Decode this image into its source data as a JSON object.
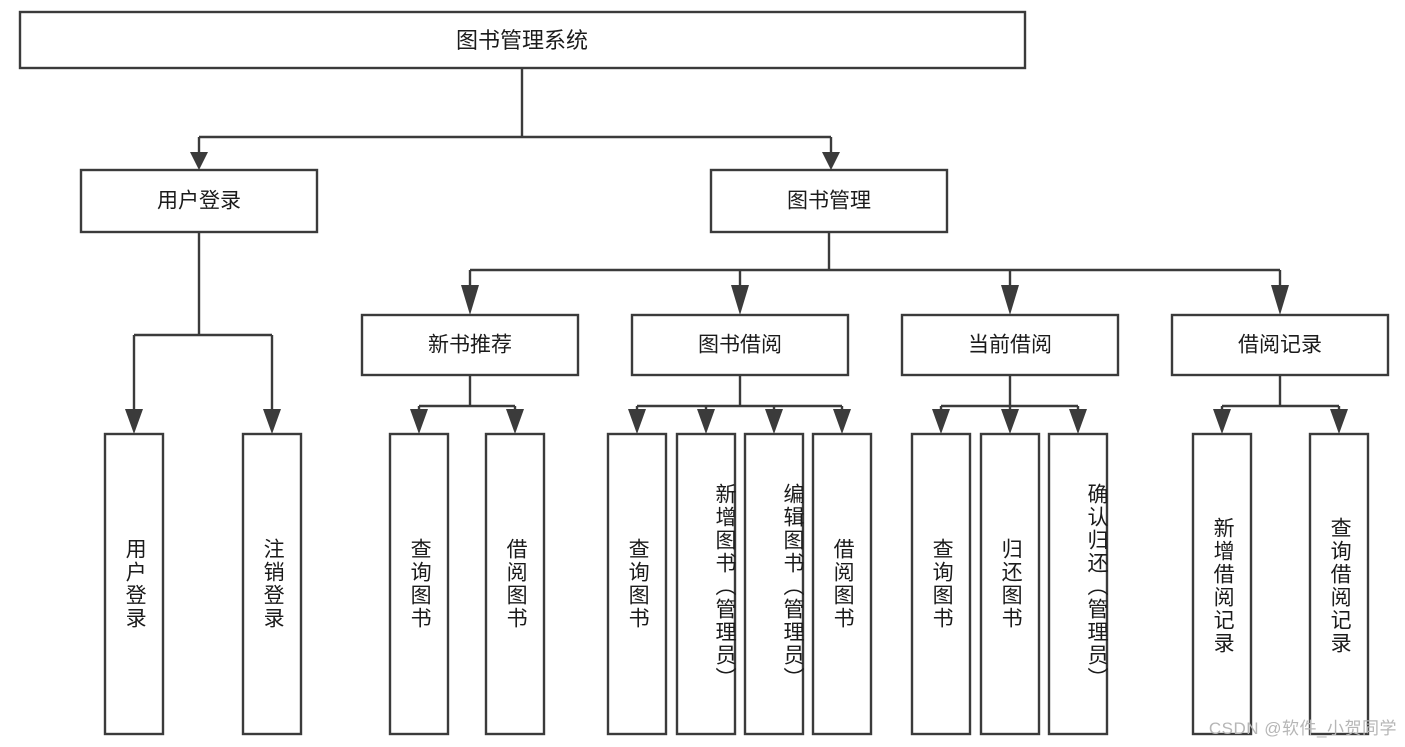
{
  "diagram": {
    "title_node": {
      "label": "图书管理系统"
    },
    "level2": [
      {
        "id": "user-login",
        "label": "用户登录"
      },
      {
        "id": "book-management",
        "label": "图书管理"
      }
    ],
    "level3": [
      {
        "id": "new-book-recommend",
        "label": "新书推荐"
      },
      {
        "id": "book-borrow",
        "label": "图书借阅"
      },
      {
        "id": "current-borrow",
        "label": "当前借阅"
      },
      {
        "id": "borrow-record",
        "label": "借阅记录"
      }
    ],
    "leaves": [
      {
        "id": "leaf-user-login",
        "label": "用户登录",
        "parent": "用户登录"
      },
      {
        "id": "leaf-logout-login",
        "label": "注销登录",
        "parent": "用户登录"
      },
      {
        "id": "leaf-query-book-1",
        "label": "查询图书",
        "parent": "新书推荐"
      },
      {
        "id": "leaf-borrow-book-1",
        "label": "借阅图书",
        "parent": "新书推荐"
      },
      {
        "id": "leaf-query-book-2",
        "label": "查询图书",
        "parent": "图书借阅"
      },
      {
        "id": "leaf-add-book",
        "label": "新增图书（管理员）",
        "parent": "图书借阅"
      },
      {
        "id": "leaf-edit-book",
        "label": "编辑图书（管理员）",
        "parent": "图书借阅"
      },
      {
        "id": "leaf-borrow-book-2",
        "label": "借阅图书",
        "parent": "图书借阅"
      },
      {
        "id": "leaf-query-book-3",
        "label": "查询图书",
        "parent": "当前借阅"
      },
      {
        "id": "leaf-return-book",
        "label": "归还图书",
        "parent": "当前借阅"
      },
      {
        "id": "leaf-confirm-return",
        "label": "确认归还（管理员）",
        "parent": "当前借阅"
      },
      {
        "id": "leaf-add-record",
        "label": "新增借阅记录",
        "parent": "借阅记录"
      },
      {
        "id": "leaf-query-record",
        "label": "查询借阅记录",
        "parent": "借阅记录"
      }
    ],
    "colors": {
      "stroke": "#3b3b3b",
      "box_fill": "#ffffff",
      "text": "#1b1b1b",
      "background": "#ffffff",
      "watermark": "#b6b6b6"
    }
  },
  "watermark": {
    "text": "CSDN @软件_小贺同学"
  }
}
